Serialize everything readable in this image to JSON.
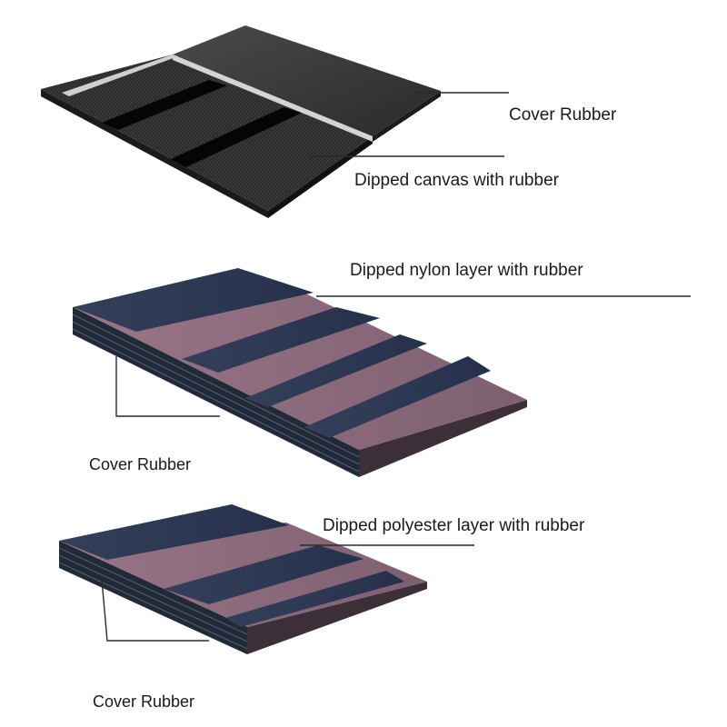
{
  "diagram": {
    "canvas_belt": {
      "labels": {
        "cover_rubber": "Cover Rubber",
        "dipped_canvas": "Dipped canvas with rubber"
      },
      "colors": {
        "cover": "#3a3a3a",
        "canvas": "#2e2e2e",
        "gap": "#050505",
        "edge": "#cfcfcf"
      }
    },
    "nylon_belt": {
      "labels": {
        "dipped_layer": "Dipped nylon layer with rubber",
        "cover_rubber": "Cover Rubber"
      },
      "colors": {
        "cover": "#2f3a4e",
        "layer": "#8c6a7a",
        "edge": "#1e2430"
      }
    },
    "polyester_belt": {
      "labels": {
        "dipped_layer": "Dipped polyester layer with rubber",
        "cover_rubber": "Cover Rubber"
      },
      "colors": {
        "cover": "#2f3a4e",
        "layer": "#8c6a7a",
        "edge": "#1e2430"
      }
    }
  }
}
